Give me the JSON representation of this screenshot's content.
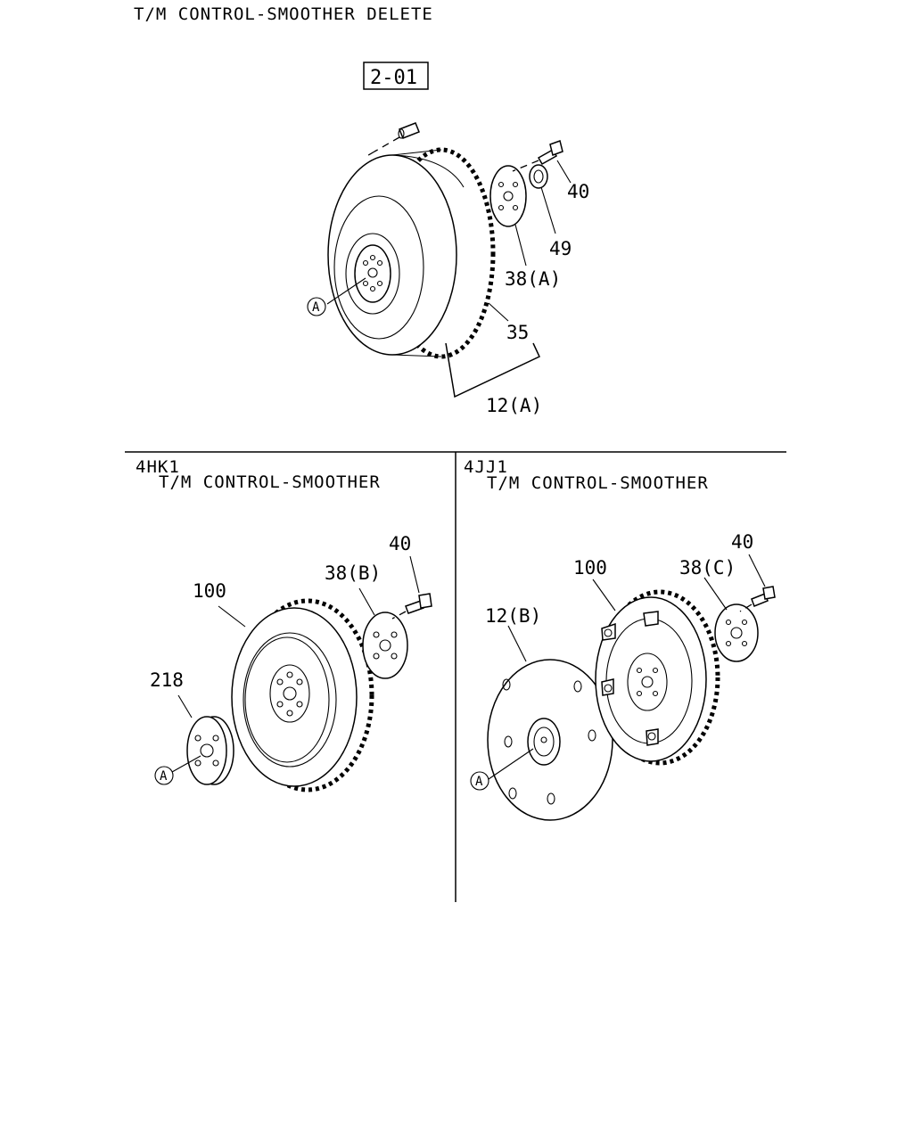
{
  "top_section": {
    "title": "T/M CONTROL-SMOOTHER DELETE",
    "ref_box": "2-01",
    "labels": {
      "bolt": "40",
      "bearing": "49",
      "plate": "38(A)",
      "ring_gear": "35",
      "assembly": "12(A)",
      "circle_marker": "A"
    }
  },
  "left_section": {
    "engine": "4HK1",
    "title": "T/M CONTROL-SMOOTHER",
    "labels": {
      "bolt": "40",
      "plate": "38(B)",
      "flywheel": "100",
      "adapter": "218",
      "circle_marker": "A"
    }
  },
  "right_section": {
    "engine": "4JJ1",
    "title": "T/M CONTROL-SMOOTHER",
    "labels": {
      "bolt": "40",
      "plate": "38(C)",
      "flywheel": "100",
      "drive_plate": "12(B)",
      "circle_marker": "A"
    }
  }
}
